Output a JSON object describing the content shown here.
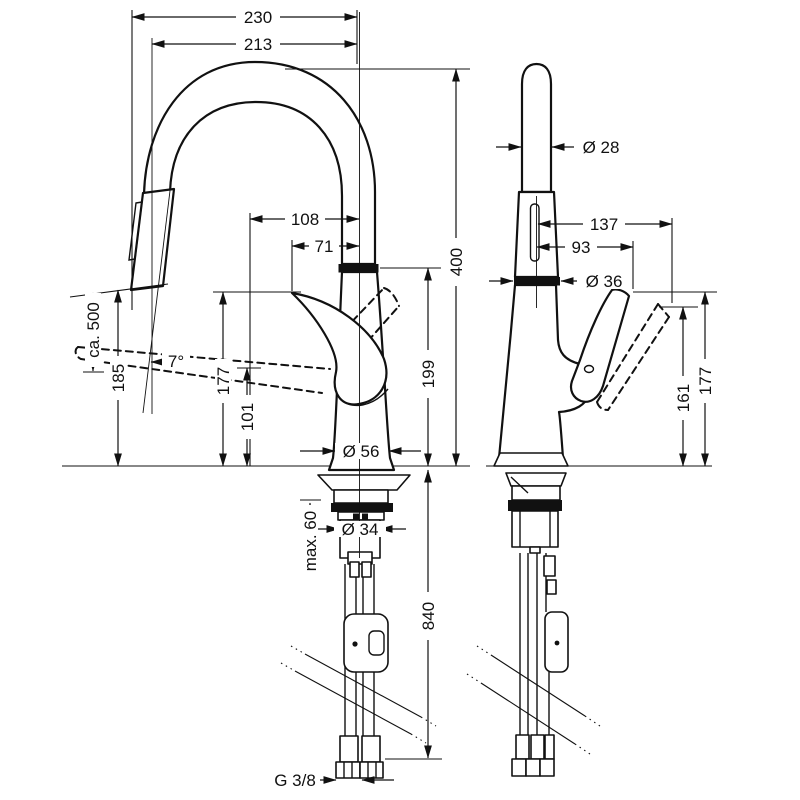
{
  "drawing": {
    "background": "#ffffff",
    "ink": "#111111",
    "subject": "kitchen-faucet-dimension-drawing-two-views",
    "units_implied": "mm",
    "views": {
      "front_view": {
        "dims": {
          "overall_width": "230",
          "width_to_spray_axis": "213",
          "spray_hose_pullout": "ca. 500",
          "spray_head_height": "185",
          "spray_angle": "7°",
          "spout_reach": "108",
          "handle_reach": "71",
          "spout_top_height": "400",
          "spout_outlet_height": "199",
          "handle_tip_height": "177",
          "body_height": "101",
          "base_diameter": "Ø 56",
          "mounting_thickness": "max. 60",
          "shaft_diameter": "Ø 34",
          "hose_length_below": "840",
          "connection_thread": "G 3/8"
        }
      },
      "side_view": {
        "dims": {
          "spout_diameter": "Ø 28",
          "handle_reach_open": "137",
          "handle_reach_closed": "93",
          "collar_diameter": "Ø 36",
          "handle_height_open": "161",
          "handle_height_closed": "177"
        }
      }
    }
  }
}
